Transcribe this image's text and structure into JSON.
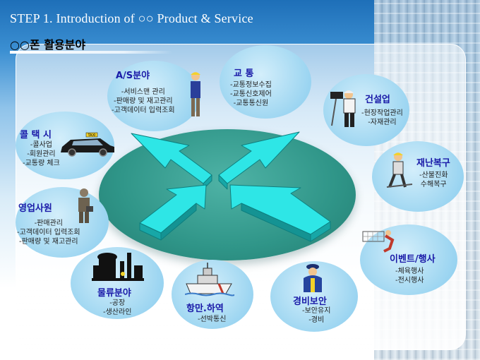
{
  "header": {
    "step_title": "STEP 1.  Introduction of ○○ Product & Service",
    "main_title": "○○폰 활용분야"
  },
  "areas": [
    {
      "key": "as",
      "title": "A/S분야",
      "items": [
        "-서비스맨 관리",
        "-판매량 및 재고관리",
        "-고객데이터 입력조회"
      ]
    },
    {
      "key": "traffic",
      "title": "교  통",
      "items": [
        "-교통정보수집",
        "-교통신호제어",
        "-교통통신원"
      ]
    },
    {
      "key": "construction",
      "title": "건설업",
      "items": [
        "-현장작업관리",
        "-자재관리"
      ]
    },
    {
      "key": "disaster",
      "title": "재난복구",
      "items": [
        "-산불진화",
        "수해복구"
      ]
    },
    {
      "key": "event",
      "title": "이벤트/행사",
      "items": [
        "-체육행사",
        "-전시행사"
      ]
    },
    {
      "key": "security",
      "title": "경비보안",
      "items": [
        "-보안유지",
        "-경비"
      ]
    },
    {
      "key": "port",
      "title": "항만.하역",
      "items": [
        "-선박통신"
      ]
    },
    {
      "key": "logistics",
      "title": "물류분야",
      "items": [
        "-공장",
        "-생산라인"
      ]
    },
    {
      "key": "sales",
      "title": "영업사원",
      "items": [
        "-판매관리",
        "-고객데이터 입력조회",
        "-판매량 및 재고관리"
      ]
    },
    {
      "key": "calltaxi",
      "title": "콜 택 시",
      "items": [
        "-콜사업",
        "-회원관리",
        "-교통량 체크"
      ]
    }
  ],
  "taxi_sign": "TAXI",
  "colors": {
    "label": "#1a1aa8",
    "ellipse": "#2f9588",
    "arrow_top": "#2ee6e6",
    "arrow_side": "#17a7a7",
    "circle": "#a9dbf3"
  }
}
